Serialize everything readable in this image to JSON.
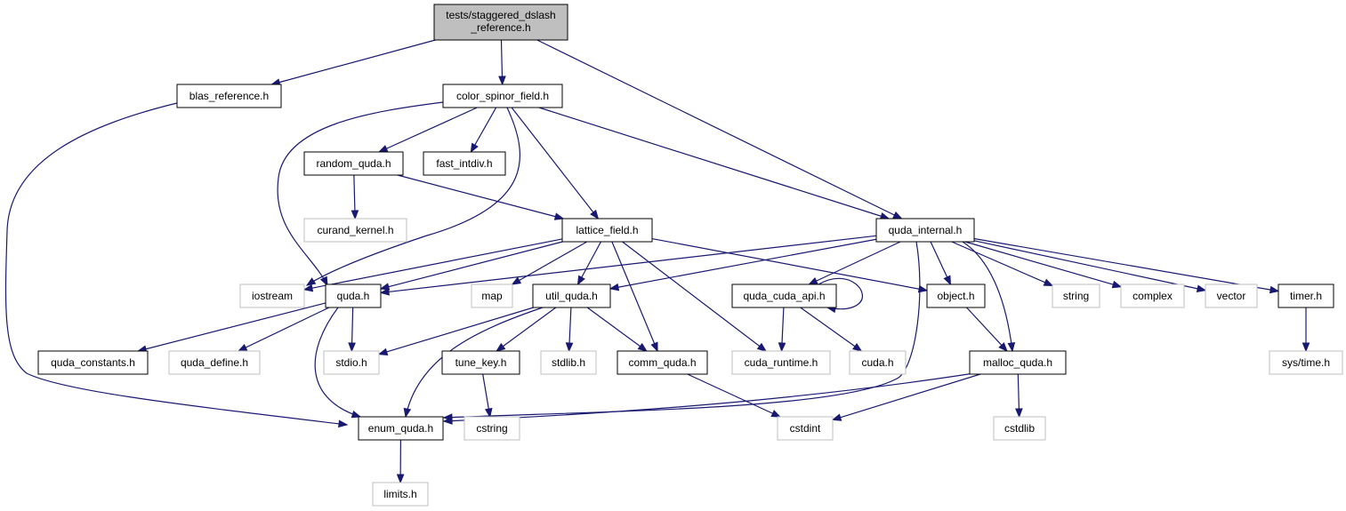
{
  "colors": {
    "edge": "#191970",
    "root_fill": "#bfbfbf",
    "root_border": "#000000",
    "local_border": "#000000",
    "external_border": "#bfbfbf",
    "node_fill": "#ffffff",
    "text": "#000000"
  },
  "root": {
    "lines": [
      "tests/staggered_dslash",
      "_reference.h"
    ]
  },
  "nodes": {
    "blas_reference": "blas_reference.h",
    "color_spinor_field": "color_spinor_field.h",
    "random_quda": "random_quda.h",
    "fast_intdiv": "fast_intdiv.h",
    "curand_kernel": "curand_kernel.h",
    "lattice_field": "lattice_field.h",
    "quda_internal": "quda_internal.h",
    "iostream": "iostream",
    "quda": "quda.h",
    "map": "map",
    "util_quda": "util_quda.h",
    "quda_cuda_api": "quda_cuda_api.h",
    "object": "object.h",
    "string": "string",
    "complex": "complex",
    "vector": "vector",
    "timer": "timer.h",
    "quda_constants": "quda_constants.h",
    "quda_define": "quda_define.h",
    "stdio": "stdio.h",
    "tune_key": "tune_key.h",
    "stdlib": "stdlib.h",
    "comm_quda": "comm_quda.h",
    "cuda_runtime": "cuda_runtime.h",
    "cuda": "cuda.h",
    "malloc_quda": "malloc_quda.h",
    "sys_time": "sys/time.h",
    "enum_quda": "enum_quda.h",
    "cstring": "cstring",
    "cstdint": "cstdint",
    "cstdlib": "cstdlib",
    "limits": "limits.h"
  }
}
